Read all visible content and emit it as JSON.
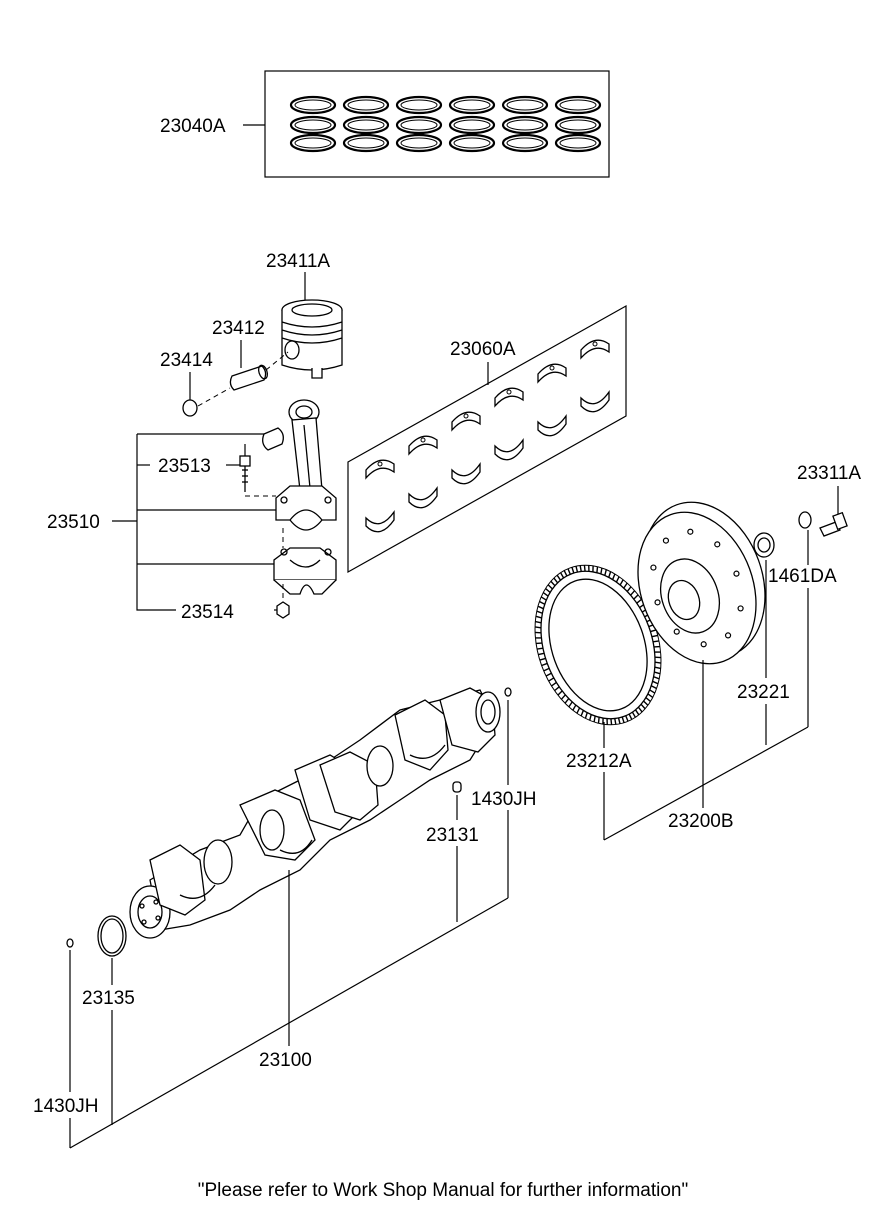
{
  "labels": {
    "piston_ring_set": "23040A",
    "piston": "23411A",
    "piston_pin": "23412",
    "snap_ring": "23414",
    "bearing_set": "23060A",
    "conrod_bolt": "23513",
    "conrod_assy": "23510",
    "conrod_nut": "23514",
    "flywheel_bolt": "23311A",
    "washer": "1461DA",
    "bushing": "23221",
    "ring_gear": "23212A",
    "flywheel_assy": "23200B",
    "pin_right": "1430JH",
    "key": "23131",
    "seal": "23135",
    "crankshaft": "23100",
    "pin_left": "1430JH"
  },
  "footer_note": "\"Please refer to Work Shop Manual for further information\""
}
